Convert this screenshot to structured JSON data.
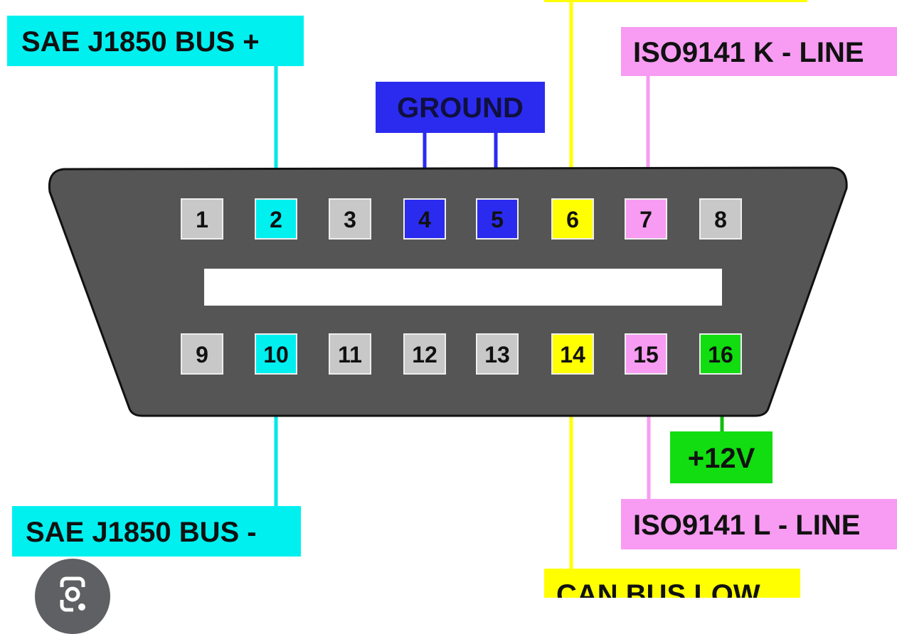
{
  "diagram": {
    "title_hidden": "",
    "labels": {
      "sae_plus": "SAE J1850 BUS +",
      "ground": "GROUND",
      "iso_k": "ISO9141 K - LINE",
      "plus12v": "+12V",
      "iso_l": "ISO9141 L - LINE",
      "sae_minus": "SAE J1850 BUS -",
      "can_low": "CAN BUS LOW"
    },
    "pins": [
      "1",
      "2",
      "3",
      "4",
      "5",
      "6",
      "7",
      "8",
      "9",
      "10",
      "11",
      "12",
      "13",
      "14",
      "15",
      "16"
    ],
    "colors": {
      "cyan": "#00f0f0",
      "blue": "#2b2bf0",
      "yellow": "#ffff00",
      "pink": "#f79cf2",
      "green": "#11dd11",
      "gray_pin": "#c8c8c8",
      "connector": "#555555"
    }
  },
  "overlay": {
    "lens_icon": "google-lens-icon"
  }
}
